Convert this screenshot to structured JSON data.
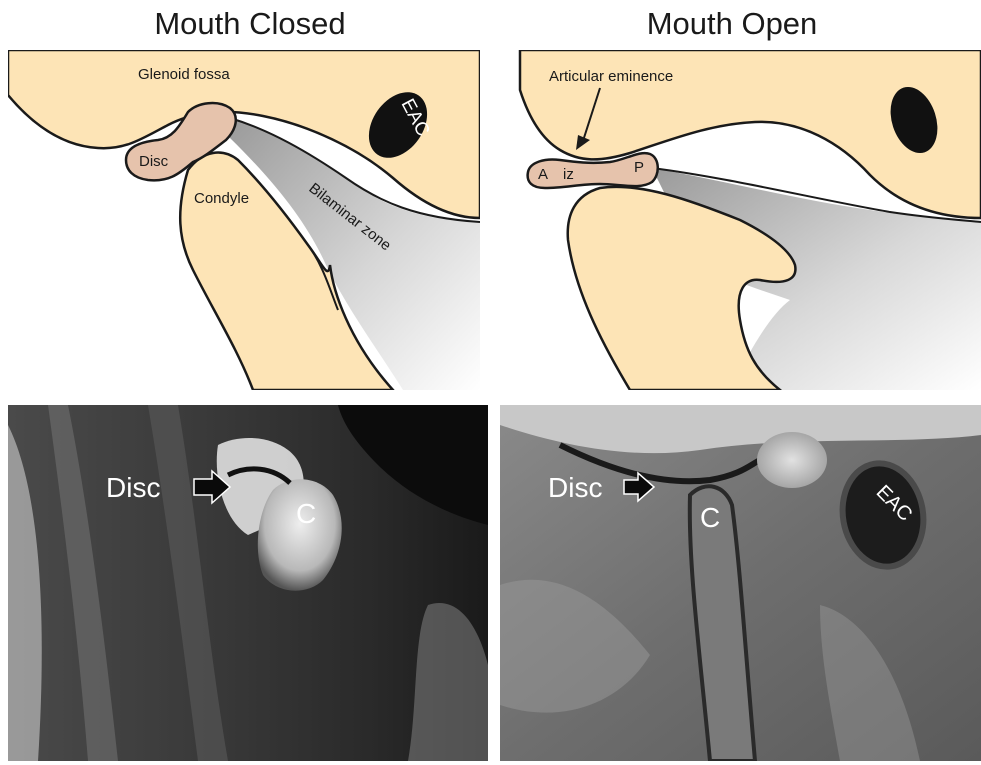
{
  "titles": {
    "closed": "Mouth Closed",
    "open": "Mouth Open"
  },
  "diagram_closed": {
    "glenoid_fossa": "Glenoid fossa",
    "disc": "Disc",
    "condyle": "Condyle",
    "bilaminar_zone": "Bilaminar zone",
    "eac": "EAC"
  },
  "diagram_open": {
    "articular_eminence": "Articular eminence",
    "anterior": "A",
    "intermediate_zone": "iz",
    "posterior": "P"
  },
  "mri_closed": {
    "disc": "Disc",
    "condyle": "C"
  },
  "mri_open": {
    "disc": "Disc",
    "condyle": "C",
    "eac": "EAC"
  },
  "colors": {
    "bone": "#fde4b6",
    "disc": "#e6c3ac",
    "bilaminar": "#b4b4b4",
    "outline": "#1a1a1a"
  }
}
